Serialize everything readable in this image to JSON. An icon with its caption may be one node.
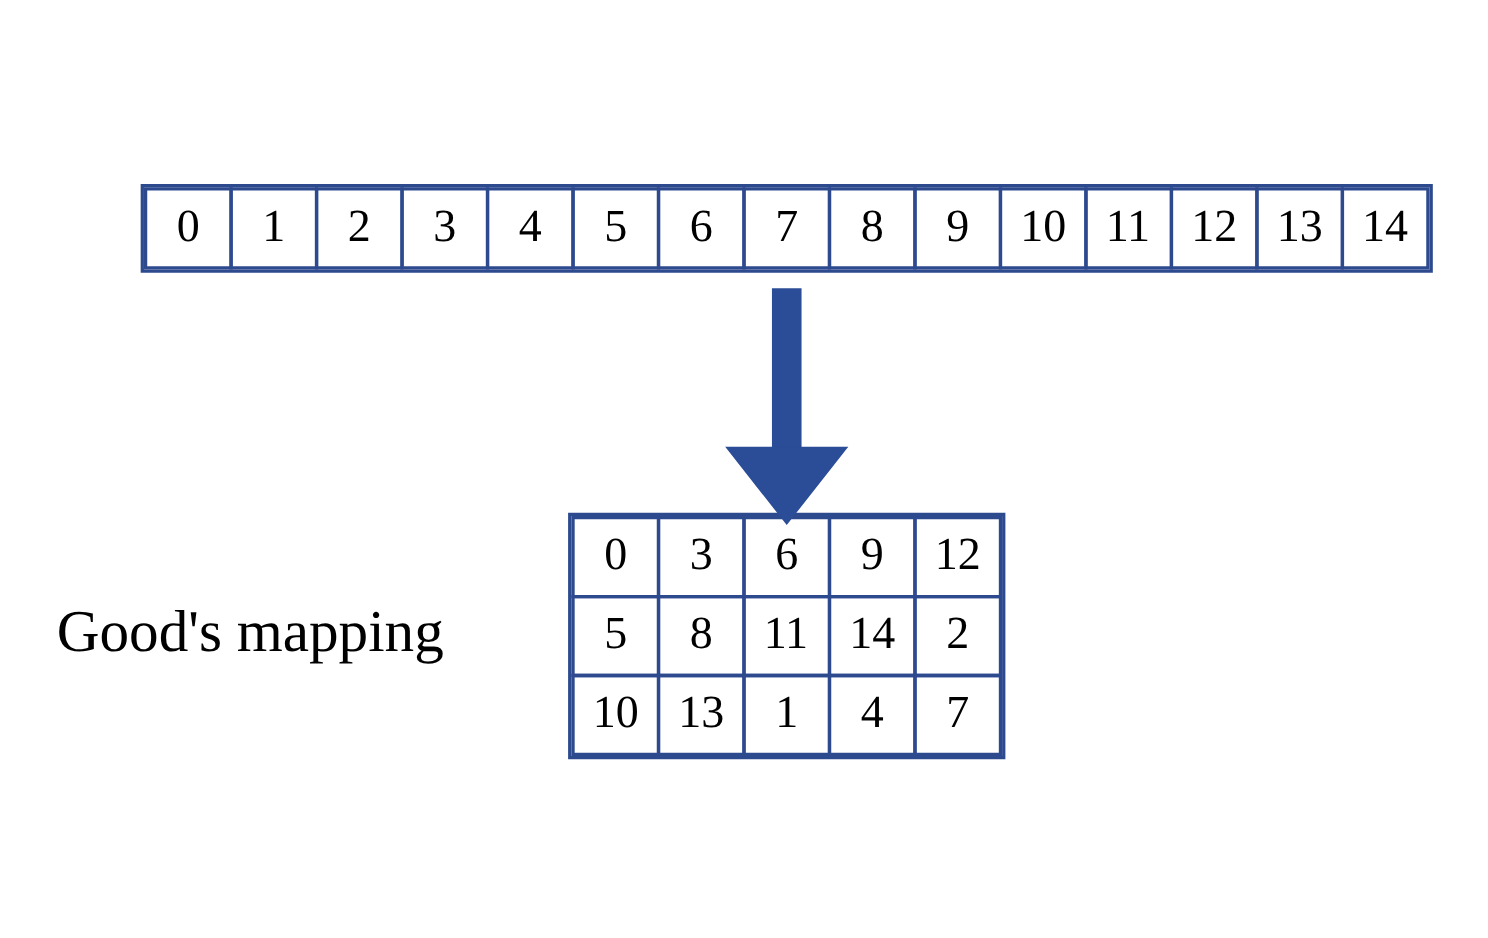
{
  "diagram": {
    "nodes": [
      {
        "text": [
          "0",
          "1",
          "2",
          "3",
          "4",
          "5",
          "6",
          "7",
          "8",
          "9",
          "10",
          "11",
          "12",
          "13",
          "14"
        ]
      },
      {
        "text": [
          "0",
          "3",
          "6",
          "9",
          "12",
          "5",
          "8",
          "11",
          "14",
          "2",
          "10",
          "13",
          "1",
          "4",
          "7"
        ],
        "beside": [
          "Good's mapping"
        ]
      }
    ],
    "edges": [
      {
        "from": 0,
        "to": 1,
        "arrow": "to",
        "color": "#2b4c96"
      }
    ]
  }
}
